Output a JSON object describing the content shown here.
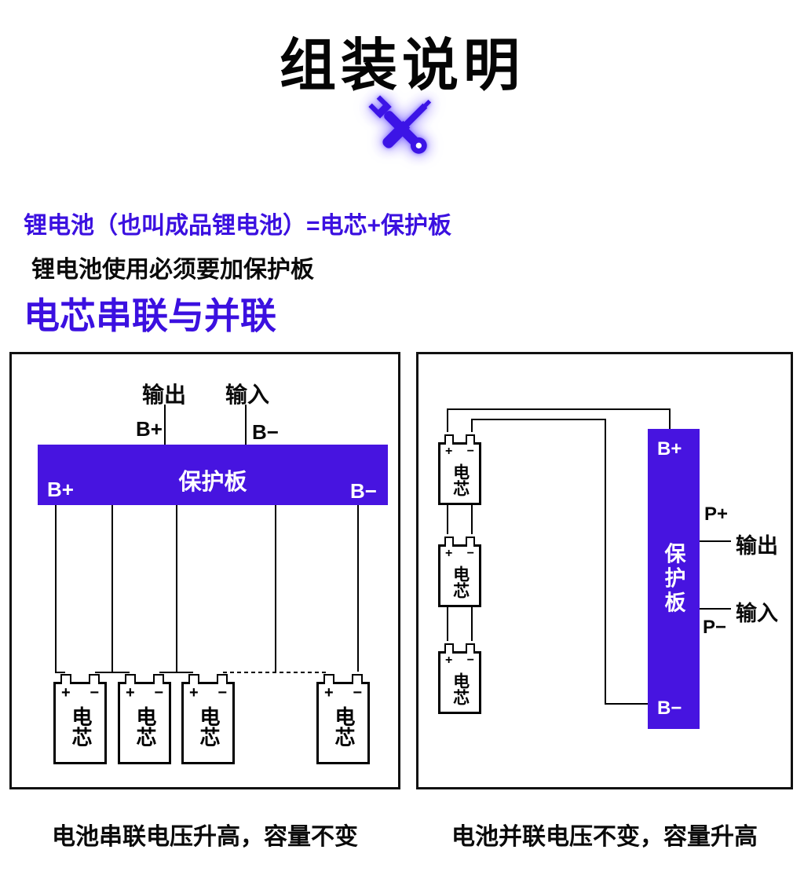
{
  "title": "组装说明",
  "intro": {
    "line1": "锂电池（也叫成品锂电池）=电芯+保护板",
    "line2": "锂电池使用必须要加保护板",
    "heading": "电芯串联与并联"
  },
  "series": {
    "output_label": "输出",
    "input_label": "输入",
    "top_bplus": "B+",
    "top_bminus": "B−",
    "board_bplus": "B+",
    "board_title": "保护板",
    "board_bminus": "B−",
    "cell_label": "电芯",
    "plus_sign": "+",
    "minus_sign": "−",
    "caption": "电池串联电压升高，容量不变"
  },
  "parallel": {
    "board_bplus": "B+",
    "board_title": "保护板",
    "board_bminus": "B−",
    "p_plus": "P+",
    "p_minus": "P−",
    "output_label": "输出",
    "input_label": "输入",
    "cell_label": "电芯",
    "plus_sign": "+",
    "minus_sign": "−",
    "caption": "电池并联电压不变，容量升高"
  },
  "colors": {
    "accent_text": "#3b10e0",
    "board_purple": "#4714e0",
    "wire_black": "#000000"
  }
}
